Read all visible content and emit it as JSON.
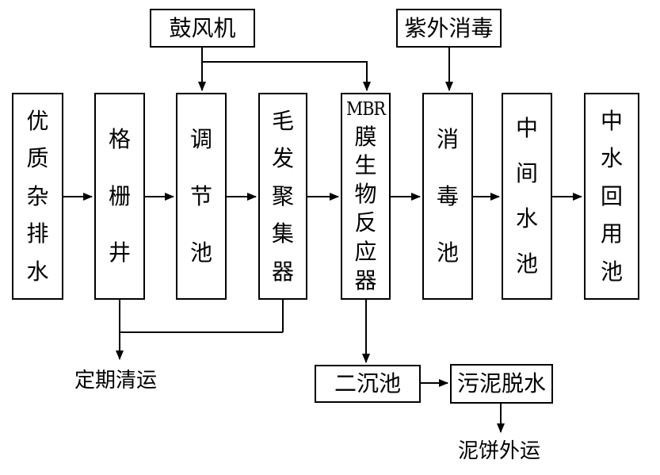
{
  "diagram": {
    "background_color": "#ffffff",
    "line_color": "#000000",
    "aux_boxes": {
      "blower": "鼓风机",
      "uv_disinfection": "紫外消毒"
    },
    "main_flow": [
      {
        "name": "premium-greywater",
        "label": "优质杂排水",
        "lines": [
          "优",
          "质",
          "杂",
          "排",
          "水"
        ]
      },
      {
        "name": "grid-well",
        "label": "格栅井",
        "lines": [
          "格",
          "栅",
          "井"
        ]
      },
      {
        "name": "regulating-tank",
        "label": "调节池",
        "lines": [
          "调",
          "节",
          "池"
        ]
      },
      {
        "name": "hair-collector",
        "label": "毛发聚集器",
        "lines": [
          "毛",
          "发",
          "聚",
          "集",
          "器"
        ]
      },
      {
        "name": "mbr-reactor",
        "label": "MBR膜生物反应器",
        "lines": [
          "MBR",
          "膜",
          "生",
          "物",
          "反",
          "应",
          "器"
        ]
      },
      {
        "name": "disinfection-tank",
        "label": "消毒池",
        "lines": [
          "消",
          "毒",
          "池"
        ]
      },
      {
        "name": "intermediate-tank",
        "label": "中间水池",
        "lines": [
          "中",
          "间",
          "水",
          "池"
        ]
      },
      {
        "name": "reclaimed-water-tank",
        "label": "中水回用池",
        "lines": [
          "中",
          "水",
          "回",
          "用",
          "池"
        ]
      }
    ],
    "bottom_boxes": {
      "secondary_sedimentation": "二沉池",
      "sludge_dewatering": "污泥脱水"
    },
    "float_labels": {
      "periodic_removal": "定期清运",
      "mud_cake_transport": "泥饼外运"
    }
  }
}
